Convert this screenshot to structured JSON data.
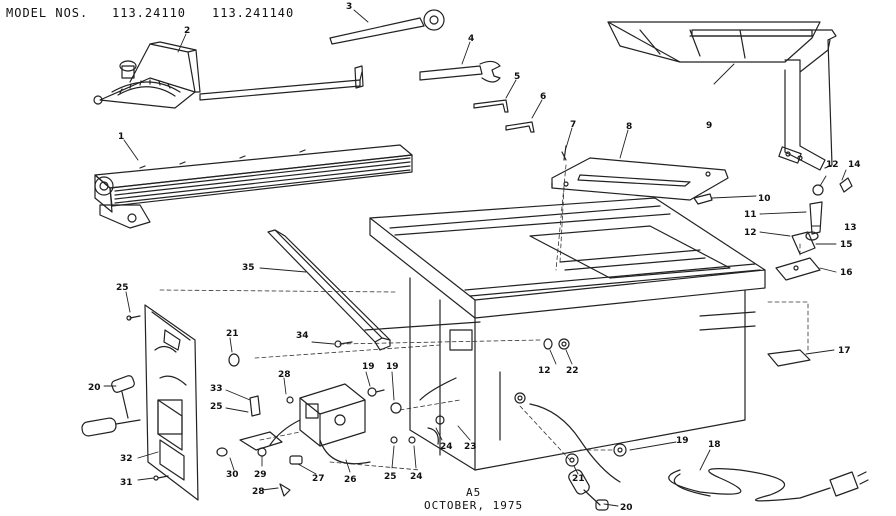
{
  "header": {
    "label": "MODEL NOS.",
    "model_a": "113.24110",
    "model_b": "113.241140"
  },
  "footer": {
    "page": "A5",
    "date": "OCTOBER, 1975"
  },
  "callouts": {
    "c1": "1",
    "c2": "2",
    "c3": "3",
    "c4": "4",
    "c5": "5",
    "c6": "6",
    "c7": "7",
    "c8": "8",
    "c9": "9",
    "c10": "10",
    "c11": "11",
    "c12a": "12",
    "c12b": "12",
    "c12c": "12",
    "c13": "13",
    "c14": "14",
    "c15": "15",
    "c16": "16",
    "c17": "17",
    "c18": "18",
    "c19a": "19",
    "c19b": "19",
    "c19c": "19",
    "c20a": "20",
    "c20b": "20",
    "c21a": "21",
    "c21b": "21",
    "c22": "22",
    "c23": "23",
    "c24a": "24",
    "c24b": "24",
    "c25a": "25",
    "c25b": "25",
    "c25c": "25",
    "c26": "26",
    "c27": "27",
    "c28a": "28",
    "c28b": "28",
    "c29": "29",
    "c30": "30",
    "c31": "31",
    "c32": "32",
    "c33": "33",
    "c34": "34",
    "c35": "35"
  }
}
